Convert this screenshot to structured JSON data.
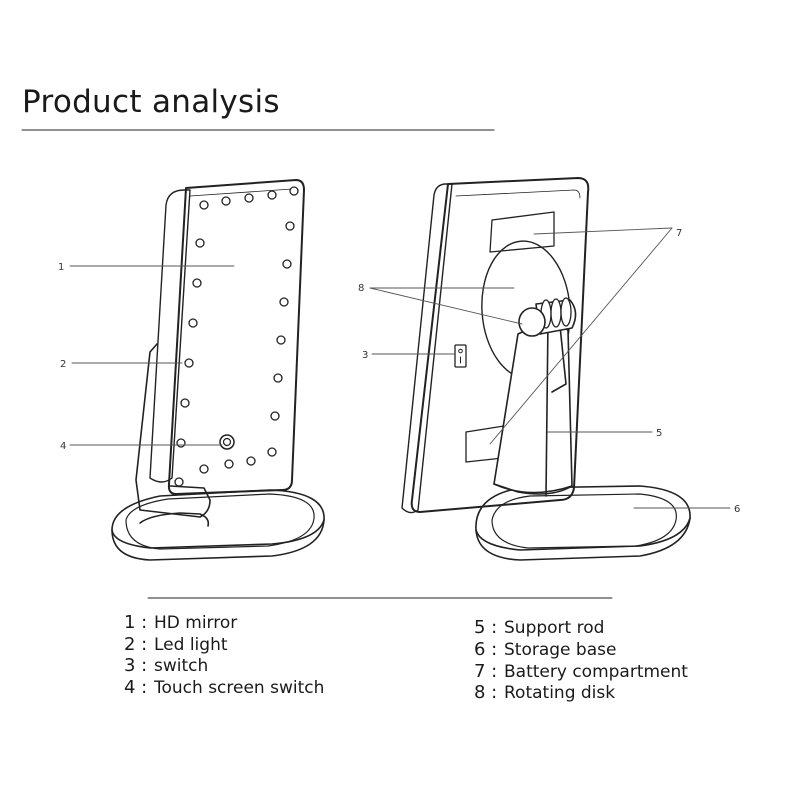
{
  "title": "Product analysis",
  "callouts": {
    "c1": "1",
    "c2": "2",
    "c3": "3",
    "c4": "4",
    "c5": "5",
    "c6": "6",
    "c7": "7",
    "c8": "8"
  },
  "legend": [
    {
      "num": "1 :",
      "text": "HD mirror"
    },
    {
      "num": "2 :",
      "text": "Led light"
    },
    {
      "num": "3 :",
      "text": "switch"
    },
    {
      "num": "4 :",
      "text": "Touch screen switch"
    },
    {
      "num": "5 :",
      "text": "Support rod"
    },
    {
      "num": "6 :",
      "text": "Storage base"
    },
    {
      "num": "7 :",
      "text": "Battery compartment"
    },
    {
      "num": "8 :",
      "text": "Rotating disk"
    }
  ]
}
